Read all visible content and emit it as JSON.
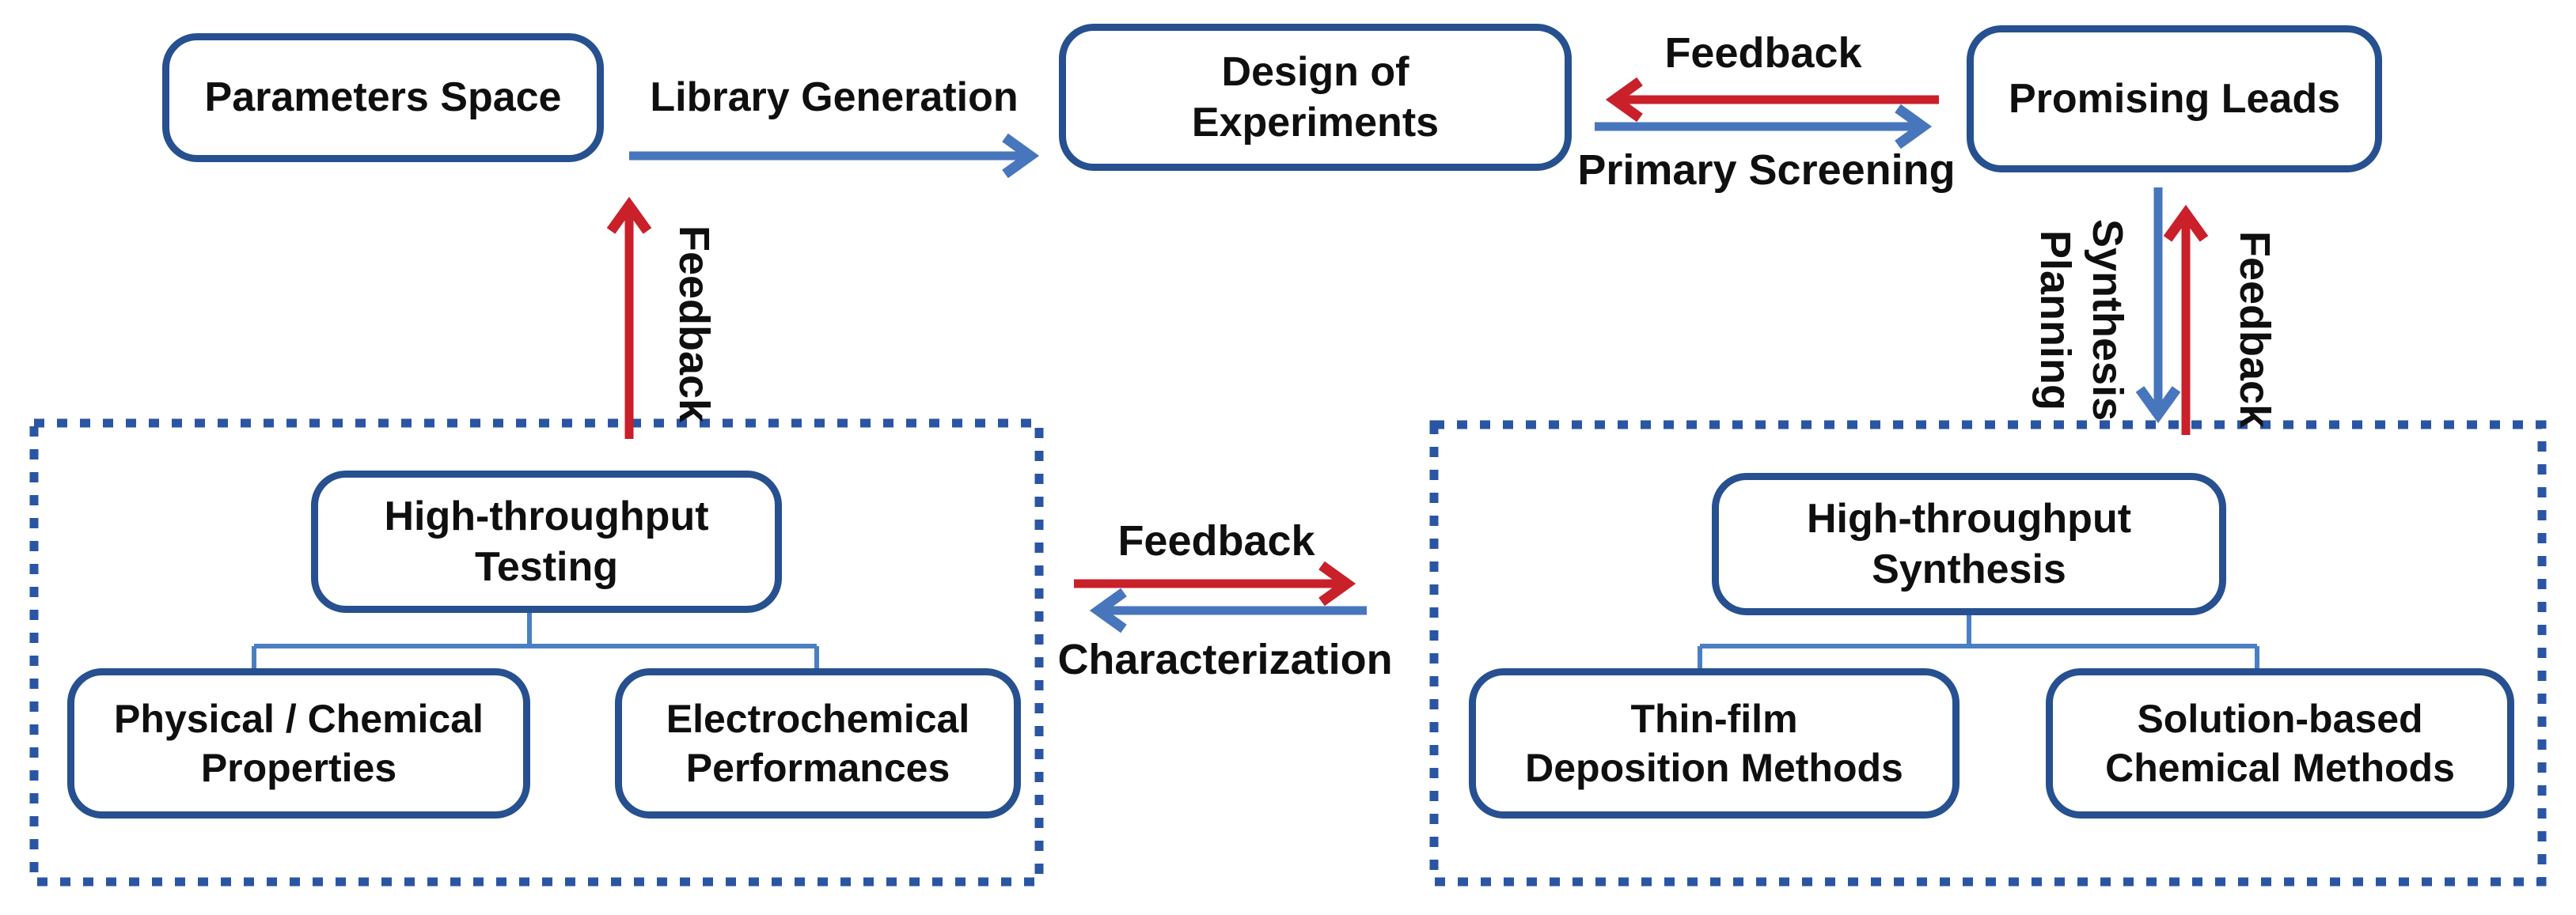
{
  "diagram": {
    "colors": {
      "box_border": "#26508f",
      "dashed_border": "#2a55a3",
      "connector_blue": "#4a7fc4",
      "arrow_blue": "#4776bd",
      "arrow_red": "#c9202a",
      "text": "#0f0f0f",
      "background": "#ffffff"
    },
    "top_row": {
      "parameters_space": "Parameters Space",
      "library_generation": "Library Generation",
      "design_of_experiments": {
        "line1": "Design of",
        "line2": "Experiments"
      },
      "feedback_top": "Feedback",
      "primary_screening": "Primary Screening",
      "promising_leads": "Promising Leads"
    },
    "left_branch": {
      "feedback_vertical": "Feedback"
    },
    "right_branch": {
      "synthesis_planning": {
        "line1": "Synthesis",
        "line2": "Planning"
      },
      "feedback_vertical": "Feedback"
    },
    "center_link": {
      "feedback": "Feedback",
      "characterization": "Characterization"
    },
    "testing_cluster": {
      "parent": {
        "line1": "High-throughput",
        "line2": "Testing"
      },
      "child_left": {
        "line1": "Physical / Chemical",
        "line2": "Properties"
      },
      "child_right": {
        "line1": "Electrochemical",
        "line2": "Performances"
      }
    },
    "synthesis_cluster": {
      "parent": {
        "line1": "High-throughput",
        "line2": "Synthesis"
      },
      "child_left": {
        "line1": "Thin-film",
        "line2": "Deposition Methods"
      },
      "child_right": {
        "line1": "Solution-based",
        "line2": "Chemical Methods"
      }
    }
  }
}
